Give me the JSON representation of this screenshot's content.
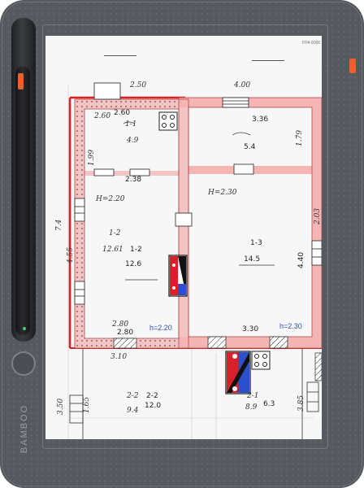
{
  "device": {
    "brand": "BAMBOO"
  },
  "sheet": {
    "code": "РРА 8006"
  },
  "plan": {
    "top_header": "2.50",
    "top_right_header": "4.00",
    "room_1_1": {
      "code": "1-1",
      "sub": "4.9",
      "width": "2.60",
      "height": "1.99"
    },
    "room_1_2": {
      "code": "1-2",
      "area_old": "12.61",
      "area_new": "12.6",
      "height_text": "H=2.20",
      "dim_left": "4.55",
      "dim_bottom_old": "2.80",
      "dim_bottom_new": "2.80",
      "h_label": "h=2.20"
    },
    "room_1_3": {
      "code": "1-3",
      "area_old": "14.5",
      "area_new": "14.5",
      "height_text": "H=2.30",
      "dim_right": "4.40",
      "dim_bottom_old": "3.30",
      "dim_bottom_new": "3.30",
      "h_label": "h=2.30"
    },
    "room_top_right": {
      "area": "5.4",
      "width": "3.36",
      "height": "1.79"
    },
    "corridor_dim": "2.38",
    "left_outer_dim": "7.4",
    "bottom_dim": "3.10",
    "room_2_2": {
      "code": "2-2",
      "area": "12.0",
      "area_old": "9.4"
    },
    "room_2_1": {
      "code": "2-1",
      "area": "6.3",
      "area_old": "8.9"
    },
    "left_bottom_dims": [
      "3.50",
      "1.65"
    ],
    "right_bottom_dim": "3.85",
    "right_side_dim": "2.03"
  }
}
